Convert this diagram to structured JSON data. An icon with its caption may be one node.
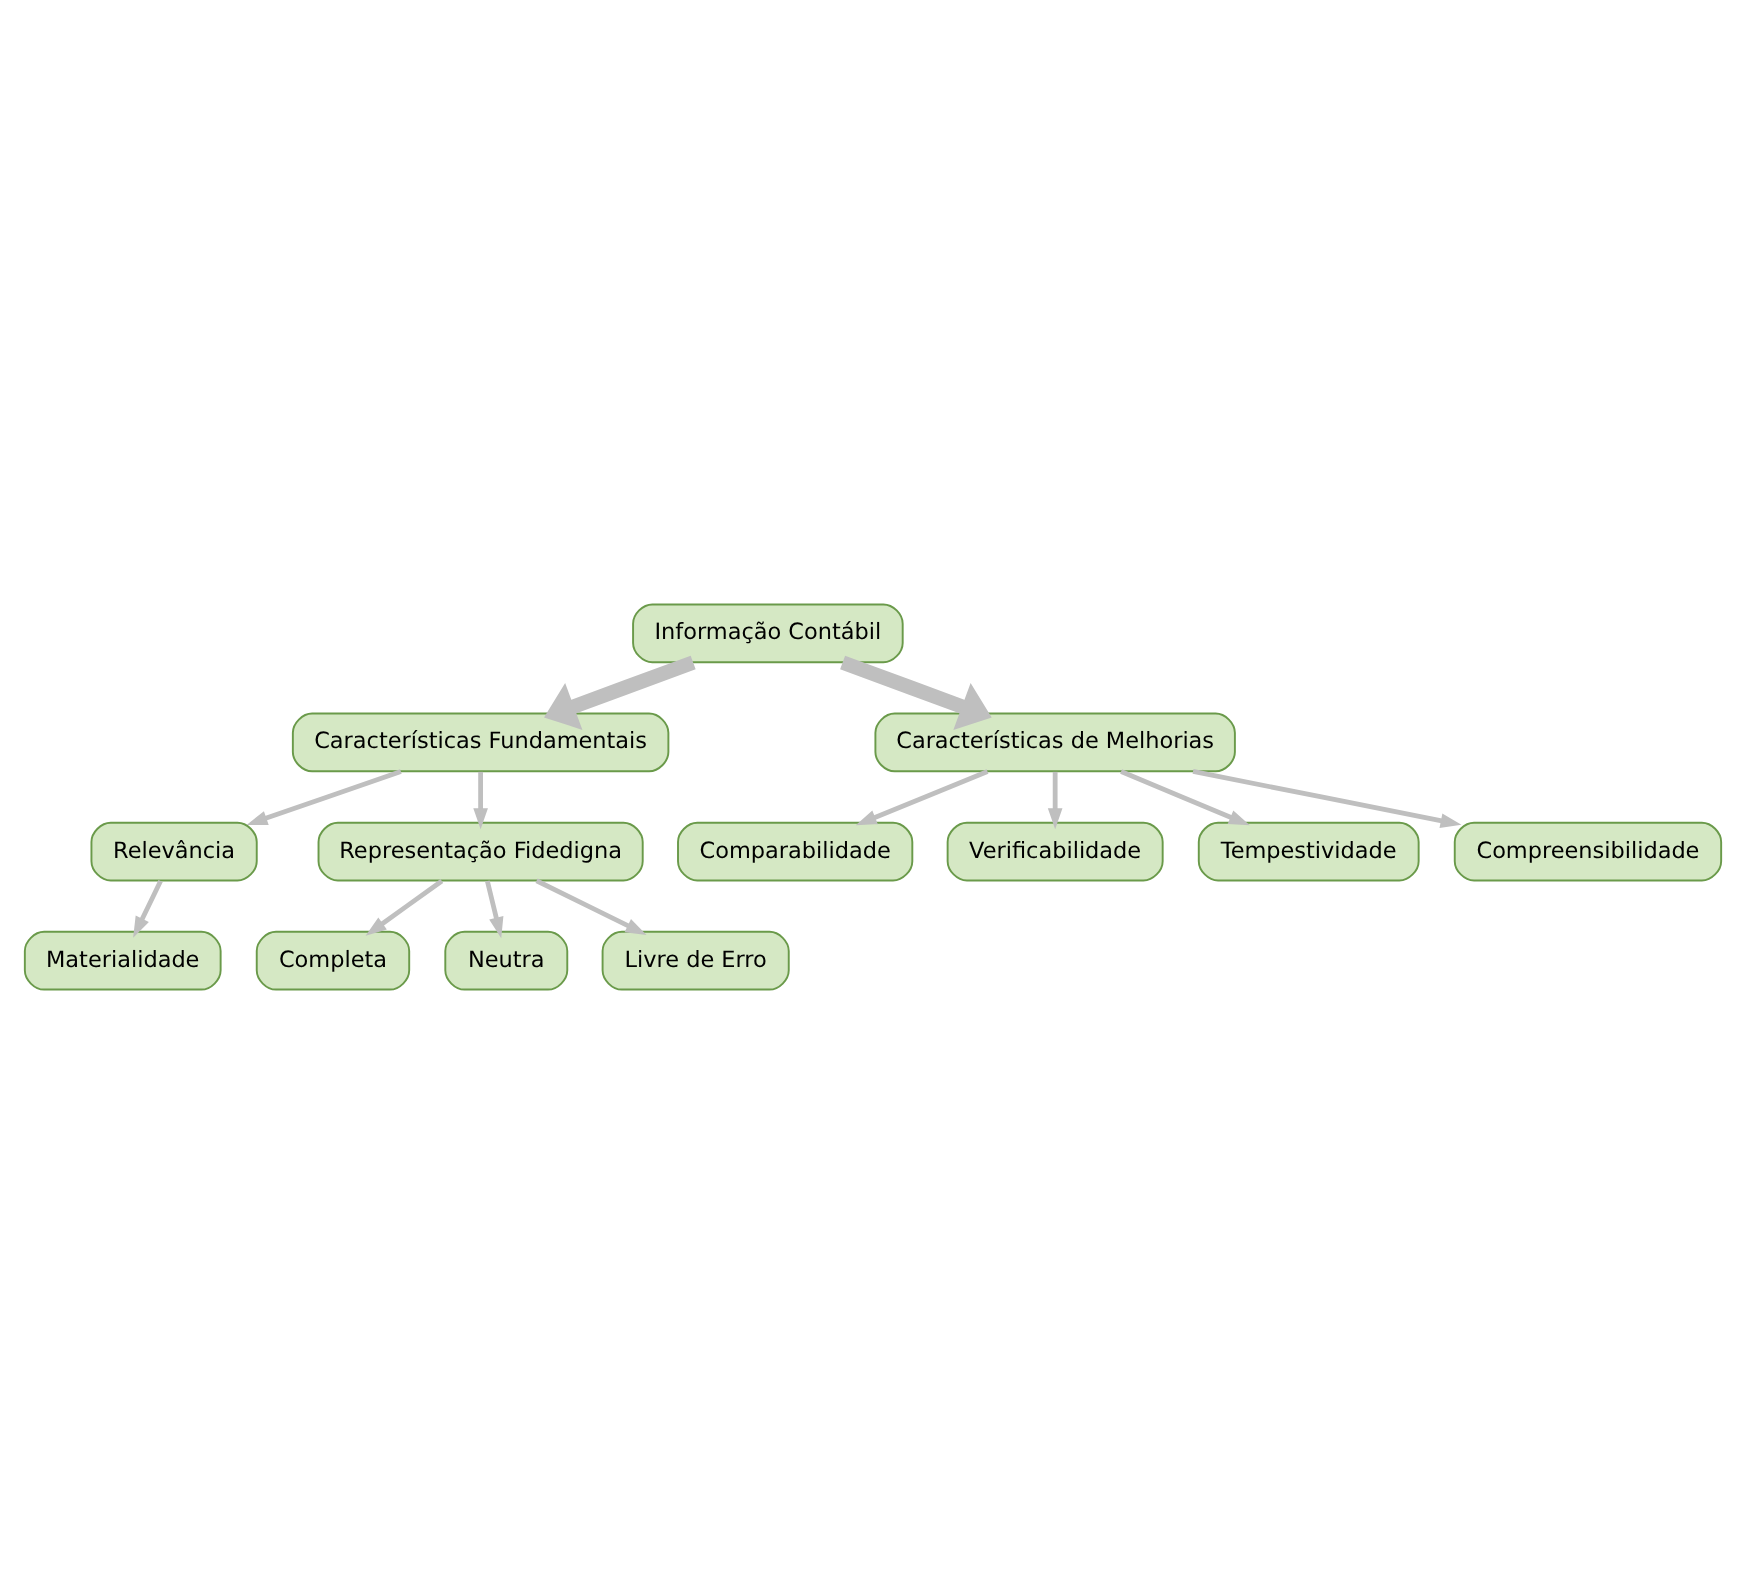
{
  "diagram": {
    "nodes": [
      {
        "text": [
          "Informação Contábil"
        ]
      },
      {
        "text": [
          "Características Fundamentais"
        ]
      },
      {
        "text": [
          "Relevância"
        ]
      },
      {
        "text": [
          "Materialidade"
        ]
      },
      {
        "text": [
          "Representação Fidedigna"
        ]
      },
      {
        "text": [
          "Completa"
        ]
      },
      {
        "text": [
          "Neutra"
        ]
      },
      {
        "text": [
          "Livre de Erro"
        ]
      },
      {
        "text": [
          "Características de Melhorias"
        ]
      },
      {
        "text": [
          "Comparabilidade"
        ]
      },
      {
        "text": [
          "Verificabilidade"
        ]
      },
      {
        "text": [
          "Tempestividade"
        ]
      },
      {
        "text": [
          "Compreensibilidade"
        ]
      }
    ],
    "edges": [
      {
        "from": 0,
        "to": 1,
        "arrow": "to",
        "style": "thick"
      },
      {
        "from": 0,
        "to": 8,
        "arrow": "to",
        "style": "thick"
      },
      {
        "from": 1,
        "to": 2,
        "arrow": "to"
      },
      {
        "from": 2,
        "to": 3,
        "arrow": "to"
      },
      {
        "from": 1,
        "to": 4,
        "arrow": "to"
      },
      {
        "from": 4,
        "to": 5,
        "arrow": "to"
      },
      {
        "from": 4,
        "to": 6,
        "arrow": "to"
      },
      {
        "from": 4,
        "to": 7,
        "arrow": "to"
      },
      {
        "from": 8,
        "to": 9,
        "arrow": "to"
      },
      {
        "from": 8,
        "to": 10,
        "arrow": "to"
      },
      {
        "from": 8,
        "to": 11,
        "arrow": "to"
      },
      {
        "from": 8,
        "to": 12,
        "arrow": "to"
      }
    ]
  }
}
